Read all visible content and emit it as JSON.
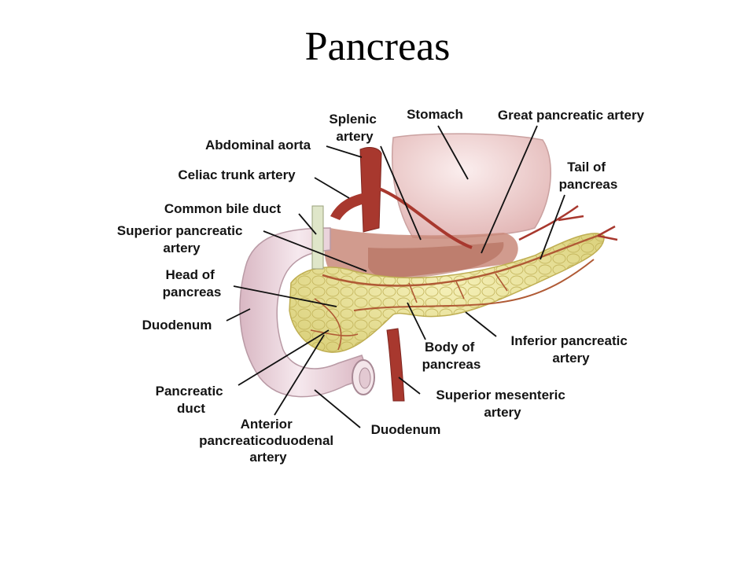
{
  "title": "Pancreas",
  "colors": {
    "artery": "#a8382e",
    "stomach": "#efd3d2",
    "duodenum": "#ecd2d8",
    "pancreas": "#ece79a",
    "pancreas_edge": "#c9b95a",
    "vessel_branch": "#b05a35"
  },
  "labels": {
    "splenic_artery": [
      "Splenic",
      "artery"
    ],
    "stomach": "Stomach",
    "great_pancreatic_artery": "Great pancreatic artery",
    "abdominal_aorta": "Abdominal aorta",
    "tail_of_pancreas": [
      "Tail of",
      "pancreas"
    ],
    "celiac_trunk_artery": "Celiac trunk artery",
    "common_bile_duct": "Common bile duct",
    "superior_pancreatic_artery": [
      "Superior pancreatic",
      "artery"
    ],
    "head_of_pancreas": [
      "Head of",
      "pancreas"
    ],
    "duodenum_upper": "Duodenum",
    "inferior_pancreatic_artery": [
      "Inferior pancreatic",
      "artery"
    ],
    "body_of_pancreas": [
      "Body of",
      "pancreas"
    ],
    "pancreatic_duct": [
      "Pancreatic",
      "duct"
    ],
    "superior_mesenteric_artery": [
      "Superior mesenteric",
      "artery"
    ],
    "anterior_pancreaticoduodenal_artery": [
      "Anterior",
      "pancreaticoduodenal",
      "artery"
    ],
    "duodenum_lower": "Duodenum"
  }
}
